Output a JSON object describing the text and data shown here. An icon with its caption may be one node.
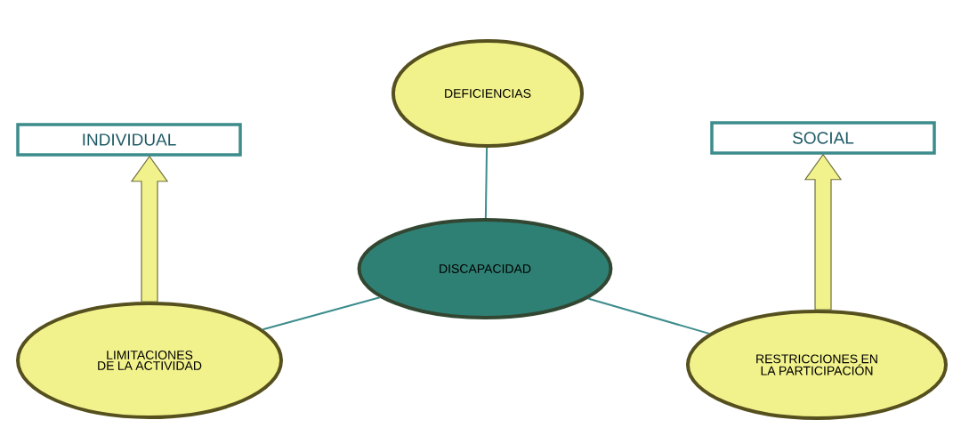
{
  "diagram": {
    "nodes": [
      {
        "text": [
          "DEFICIENCIAS"
        ]
      },
      {
        "text": [
          "INDIVIDUAL"
        ]
      },
      {
        "text": [
          "SOCIAL"
        ]
      },
      {
        "text": [
          "DISCAPACIDAD"
        ]
      },
      {
        "text": [
          "LIMITACIONES DE LA ACTIVIDAD"
        ]
      },
      {
        "text": [
          "RESTRICCIONES EN LA PARTICIPACIÓN"
        ]
      }
    ],
    "edges": [
      {
        "from": 0,
        "to": 3,
        "arrow": "none"
      },
      {
        "from": 3,
        "to": 4,
        "arrow": "none"
      },
      {
        "from": 3,
        "to": 5,
        "arrow": "none"
      },
      {
        "from": 4,
        "to": 1,
        "arrow": "to",
        "style": "thick",
        "color": "#f2f28c"
      },
      {
        "from": 5,
        "to": 2,
        "arrow": "to",
        "style": "thick",
        "color": "#f2f28c"
      }
    ]
  }
}
